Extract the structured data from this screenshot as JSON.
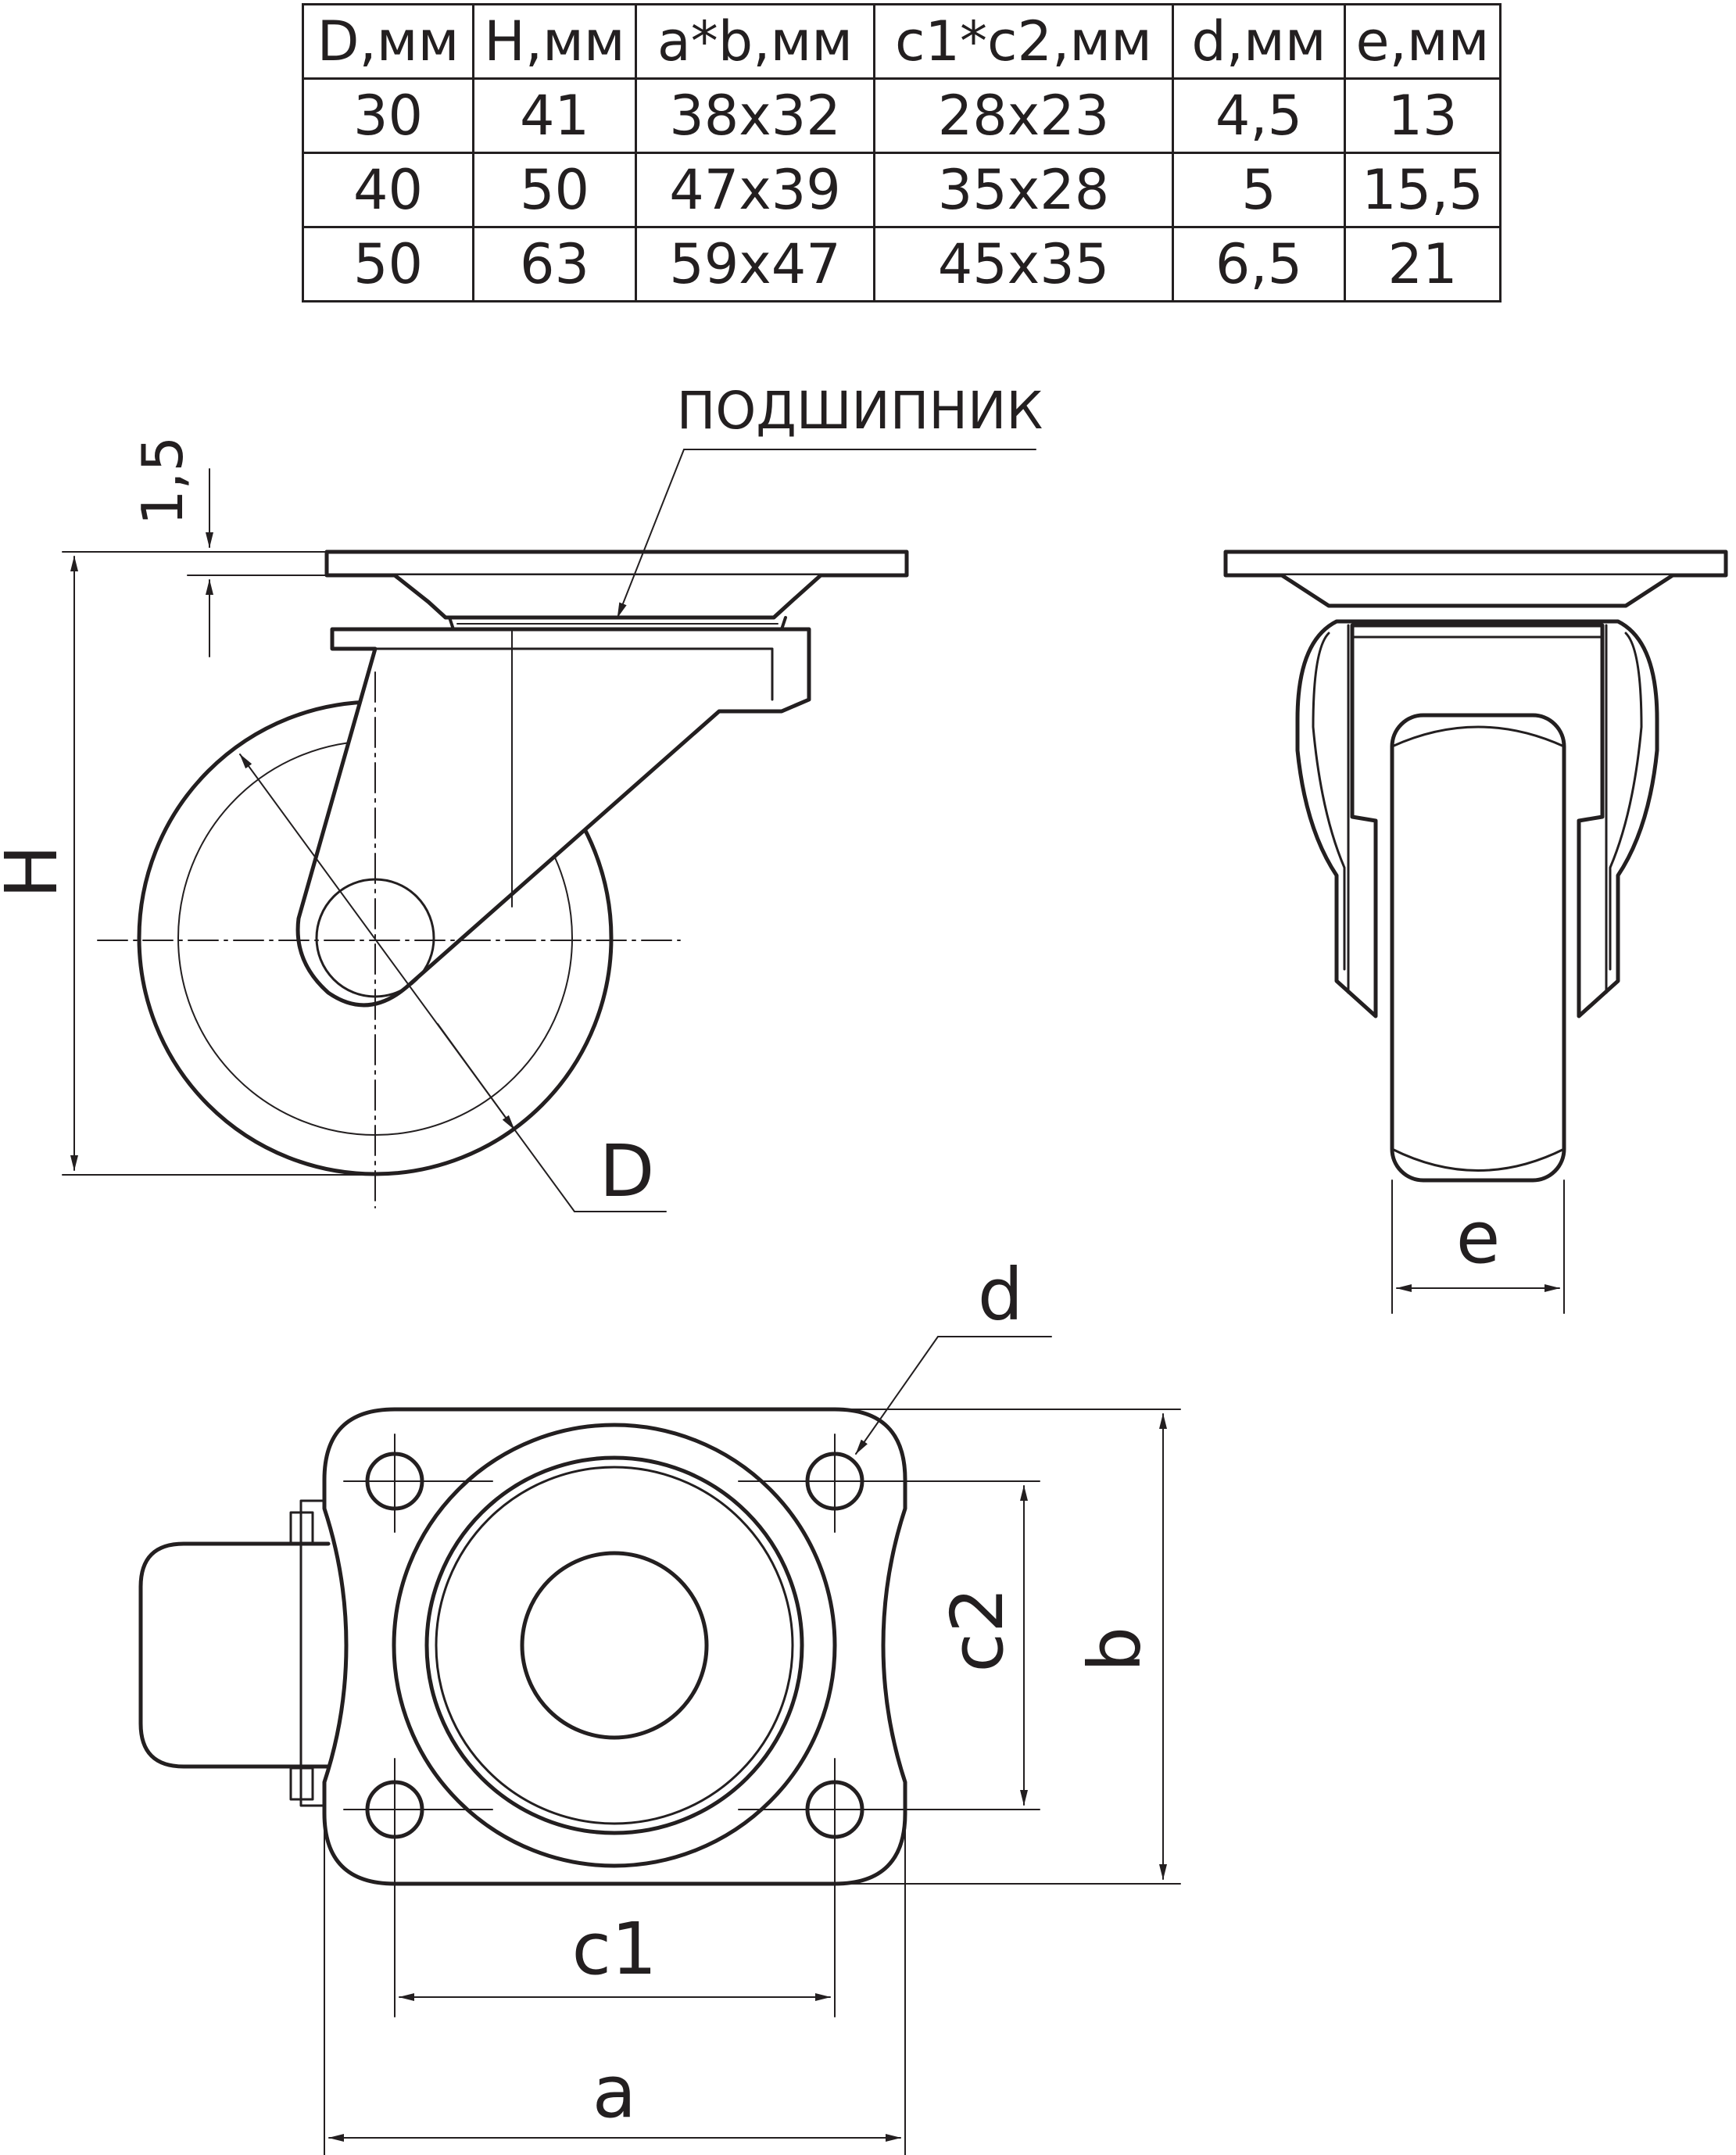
{
  "table": {
    "headers": [
      "D,мм",
      "H,мм",
      "a*b,мм",
      "c1*c2,мм",
      "d,мм",
      "e,мм"
    ],
    "rows": [
      [
        "30",
        "41",
        "38x32",
        "28x23",
        "4,5",
        "13"
      ],
      [
        "40",
        "50",
        "47x39",
        "35x28",
        "5",
        "15,5"
      ],
      [
        "50",
        "63",
        "59x47",
        "45x35",
        "6,5",
        "21"
      ]
    ]
  },
  "labels": {
    "bearing": "ПОДШИПНИК",
    "plate_gap": "1,5",
    "height": "H",
    "diameter": "D",
    "width": "e",
    "hole": "d",
    "hole_span_y": "c2",
    "plate_b": "b",
    "hole_span_x": "c1",
    "plate_a": "a"
  },
  "colors": {
    "line": "#231f20",
    "background": "#ffffff"
  }
}
